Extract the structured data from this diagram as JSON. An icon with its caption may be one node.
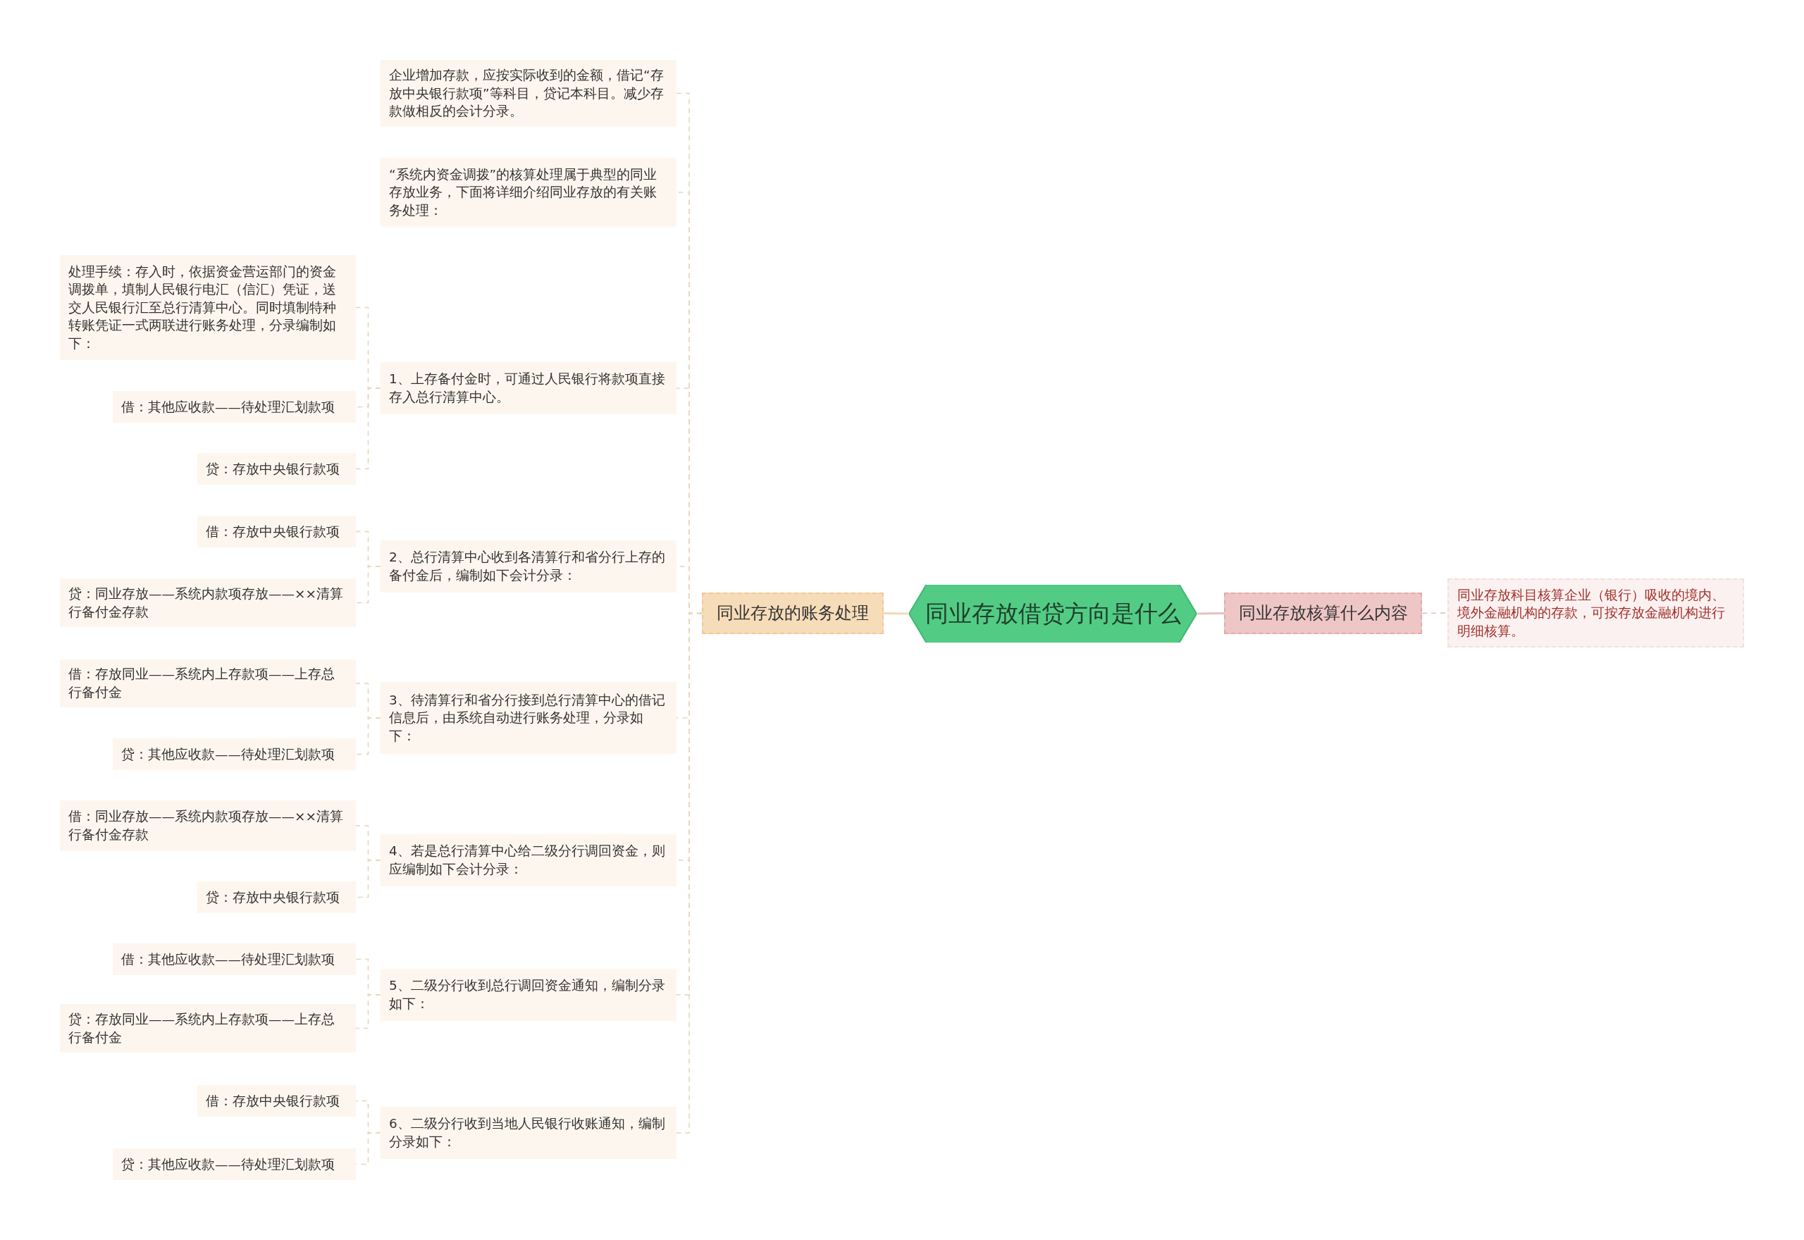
{
  "diagram": {
    "nodes": [
      {
        "text": [
          "同业存放借贷方向是什么"
        ]
      },
      {
        "text": [
          "同业存放的账务处理"
        ]
      },
      {
        "text": [
          "同业存放核算什么内容"
        ]
      },
      {
        "text": [
          "同业存放科目核算企业（银行）吸收的境内、境外金融机构的存款，可按存放金融机构进行明细核算。"
        ]
      },
      {
        "text": [
          "企业增加存款，应按实际收到的金额，借记“存放中央银行款项”等科目，贷记本科目。减少存款做相反的会计分录。"
        ]
      },
      {
        "text": [
          "“系统内资金调拨”的核算处理属于典型的同业存放业务，下面将详细介绍同业存放的有关账务处理："
        ]
      },
      {
        "text": [
          "1、上存备付金时，可通过人民银行将款项直接存入总行清算中心。"
        ]
      },
      {
        "text": [
          "2、总行清算中心收到各清算行和省分行上存的备付金后，编制如下会计分录："
        ]
      },
      {
        "text": [
          "3、待清算行和省分行接到总行清算中心的借记信息后，由系统自动进行账务处理，分录如下："
        ]
      },
      {
        "text": [
          "4、若是总行清算中心给二级分行调回资金，则应编制如下会计分录："
        ]
      },
      {
        "text": [
          "5、二级分行收到总行调回资金通知，编制分录如下："
        ]
      },
      {
        "text": [
          "6、二级分行收到当地人民银行收账通知，编制分录如下："
        ]
      },
      {
        "text": [
          "处理手续：存入时，依据资金营运部门的资金调拨单，填制人民银行电汇（信汇）凭证，送交人民银行汇至总行清算中心。同时填制特种转账凭证一式两联进行账务处理，分录编制如下："
        ]
      },
      {
        "text": [
          "借：其他应收款——待处理汇划款项"
        ]
      },
      {
        "text": [
          "贷：存放中央银行款项"
        ]
      },
      {
        "text": [
          "借：存放中央银行款项"
        ]
      },
      {
        "text": [
          "贷：同业存放——系统内款项存放——××清算行备付金存款"
        ]
      },
      {
        "text": [
          "借：存放同业——系统内上存款项——上存总行备付金"
        ]
      },
      {
        "text": [
          "贷：其他应收款——待处理汇划款项"
        ]
      },
      {
        "text": [
          "借：同业存放——系统内款项存放——××清算行备付金存款"
        ]
      },
      {
        "text": [
          "贷：存放中央银行款项"
        ]
      },
      {
        "text": [
          "借：其他应收款——待处理汇划款项"
        ]
      },
      {
        "text": [
          "贷：存放同业——系统内上存款项——上存总行备付金"
        ]
      },
      {
        "text": [
          "借：存放中央银行款项"
        ]
      },
      {
        "text": [
          "贷：其他应收款——待处理汇划款项"
        ]
      }
    ],
    "edges": [
      {
        "from": 0,
        "to": 1,
        "arrow": "none",
        "color": "#f2d9b5"
      },
      {
        "from": 0,
        "to": 2,
        "arrow": "none",
        "color": "#e6c0c0"
      },
      {
        "from": 2,
        "to": 3,
        "arrow": "none",
        "style": "dashed",
        "color": "#e6c0c0"
      },
      {
        "from": 1,
        "to": 4,
        "arrow": "none",
        "style": "dashed"
      },
      {
        "from": 1,
        "to": 5,
        "arrow": "none",
        "style": "dashed"
      },
      {
        "from": 1,
        "to": 6,
        "arrow": "none",
        "style": "dashed"
      },
      {
        "from": 1,
        "to": 7,
        "arrow": "none",
        "style": "dashed"
      },
      {
        "from": 1,
        "to": 8,
        "arrow": "none",
        "style": "dashed"
      },
      {
        "from": 1,
        "to": 9,
        "arrow": "none",
        "style": "dashed"
      },
      {
        "from": 1,
        "to": 10,
        "arrow": "none",
        "style": "dashed"
      },
      {
        "from": 1,
        "to": 11,
        "arrow": "none",
        "style": "dashed"
      },
      {
        "from": 6,
        "to": 12,
        "arrow": "none",
        "style": "dashed"
      },
      {
        "from": 6,
        "to": 13,
        "arrow": "none",
        "style": "dashed"
      },
      {
        "from": 6,
        "to": 14,
        "arrow": "none",
        "style": "dashed"
      },
      {
        "from": 7,
        "to": 15,
        "arrow": "none",
        "style": "dashed"
      },
      {
        "from": 7,
        "to": 16,
        "arrow": "none",
        "style": "dashed"
      },
      {
        "from": 8,
        "to": 17,
        "arrow": "none",
        "style": "dashed"
      },
      {
        "from": 8,
        "to": 18,
        "arrow": "none",
        "style": "dashed"
      },
      {
        "from": 9,
        "to": 19,
        "arrow": "none",
        "style": "dashed"
      },
      {
        "from": 9,
        "to": 20,
        "arrow": "none",
        "style": "dashed"
      },
      {
        "from": 10,
        "to": 21,
        "arrow": "none",
        "style": "dashed"
      },
      {
        "from": 10,
        "to": 22,
        "arrow": "none",
        "style": "dashed"
      },
      {
        "from": 11,
        "to": 23,
        "arrow": "none",
        "style": "dashed"
      },
      {
        "from": 11,
        "to": 24,
        "arrow": "none",
        "style": "dashed"
      }
    ]
  }
}
